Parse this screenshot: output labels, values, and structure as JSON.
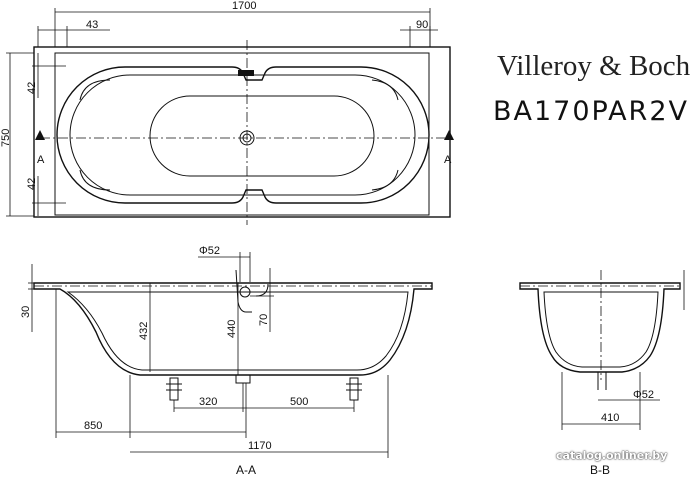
{
  "brand": "Villeroy & Boch",
  "model": "BA170PAR2V",
  "source": "catalog.onliner.by",
  "top_view": {
    "dim_length": "1700",
    "dim_left_offset": "43",
    "dim_right_offset": "90",
    "dim_width": "750",
    "dim_top_inset": "42",
    "dim_bottom_inset": "42",
    "section_left": "A",
    "section_right": "A"
  },
  "side_view": {
    "dim_rim": "30",
    "dim_drain_dia": "Φ52",
    "dim_depth_1": "432",
    "dim_depth_2": "440",
    "dim_overflow": "70",
    "dim_leg_1": "320",
    "dim_leg_2": "500",
    "dim_bottom": "850",
    "dim_total": "1170",
    "label": "A-A"
  },
  "end_view": {
    "dim_width": "410",
    "dim_drain_dia": "Φ52",
    "label": "B-B"
  }
}
